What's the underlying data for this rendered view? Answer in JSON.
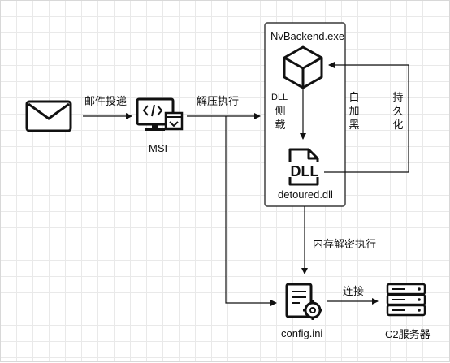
{
  "nodes": {
    "nvbackend": {
      "label": "NvBackend.exe",
      "icon": "cube-icon"
    },
    "detoured": {
      "label": "detoured.dll",
      "icon": "dll-file-icon"
    },
    "msi": {
      "label": "MSI",
      "icon": "installer-monitor-icon"
    },
    "config": {
      "label": "config.ini",
      "icon": "config-file-gear-icon"
    },
    "c2": {
      "label": "C2服务器",
      "icon": "server-icon"
    },
    "email": {
      "icon": "envelope-icon"
    }
  },
  "edges": {
    "email_to_msi": "邮件投递",
    "msi_extract": "解压执行",
    "dll_sideload_line1": "DLL",
    "dll_sideload_line2": "侧载",
    "whitelist": "白加黑",
    "persistence": "持久化",
    "memory_decrypt": "内存解密执行",
    "connect": "连接"
  },
  "colors": {
    "stroke": "#111111",
    "grid": "#e9e9e9",
    "background": "#ffffff"
  }
}
